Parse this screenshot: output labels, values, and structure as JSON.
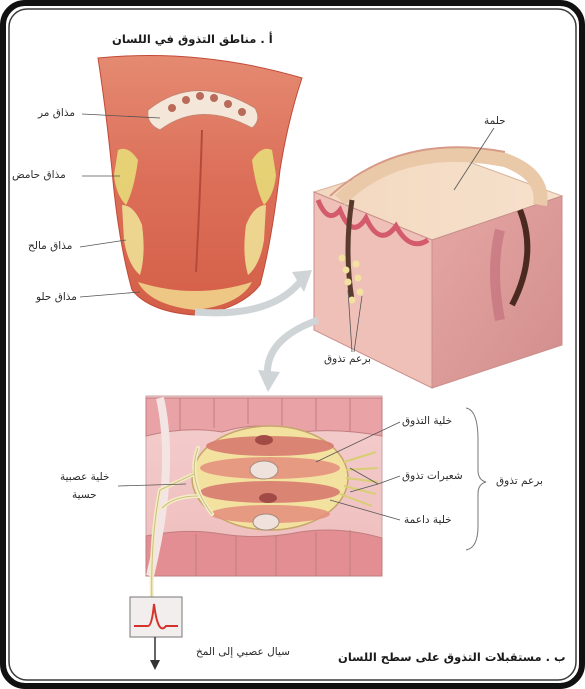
{
  "titles": {
    "part_a": "أ . مناطق التذوق في اللسان",
    "part_b": "ب . مستقبلات التذوق على سطح اللسان"
  },
  "tongue_labels": {
    "bitter": "مذاق مر",
    "sour": "مذاق حامض",
    "salty": "مذاق مالح",
    "sweet": "مذاق حلو"
  },
  "papilla_labels": {
    "papilla": "حلمة",
    "taste_bud": "برعم تذوق"
  },
  "bud_labels": {
    "taste_cell": "خلية التذوق",
    "taste_hairs": "شعيرات تذوق",
    "support_cell": "خلية داعمة",
    "taste_bud_brace": "برعم تذوق",
    "sensory_neuron_line1": "خلية عصبية",
    "sensory_neuron_line2": "حسية",
    "nerve_impulse": "سيال عصبي إلى المخ"
  },
  "colors": {
    "frame_border": "#111111",
    "tongue_red": "#d9604c",
    "tongue_light": "#ea9d83",
    "sour_zone": "#e7e27a",
    "salty_zone": "#f0e79a",
    "sweet_zone": "#f1d38c",
    "papilla_pink": "#e8a9a8",
    "bud_yellow": "#f3e1a0"
  }
}
